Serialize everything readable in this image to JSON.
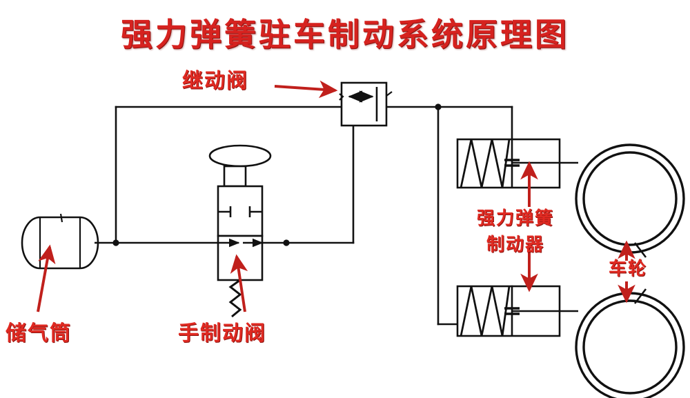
{
  "title": "强力弹簧驻车制动系统原理图",
  "labels": {
    "relay_valve": "继动阀",
    "air_reservoir": "储气筒",
    "hand_brake_valve": "手制动阀",
    "spring_brake_line1": "强力弹簧",
    "spring_brake_line2": "制动器",
    "wheel": "车轮"
  },
  "colors": {
    "title_red": "#d6221f",
    "label_red": "#e02a22",
    "arrow_red": "#c0201c",
    "line_black": "#111111",
    "background": "#ffffff"
  },
  "components": [
    {
      "name": "air-reservoir",
      "label": "储气筒",
      "shape": "capsule"
    },
    {
      "name": "hand-brake-valve",
      "label": "手制动阀",
      "shape": "two-position-valve-with-knob-and-spring"
    },
    {
      "name": "relay-valve",
      "label": "继动阀",
      "shape": "box-with-double-arrow"
    },
    {
      "name": "spring-brake-actuator-upper",
      "label": "强力弹簧制动器",
      "shape": "box-with-coil-spring-and-diaphragm"
    },
    {
      "name": "spring-brake-actuator-lower",
      "label": "强力弹簧制动器",
      "shape": "box-with-coil-spring-and-diaphragm"
    },
    {
      "name": "wheel-upper",
      "label": "车轮",
      "shape": "double-circle"
    },
    {
      "name": "wheel-lower",
      "label": "车轮",
      "shape": "double-circle"
    }
  ]
}
